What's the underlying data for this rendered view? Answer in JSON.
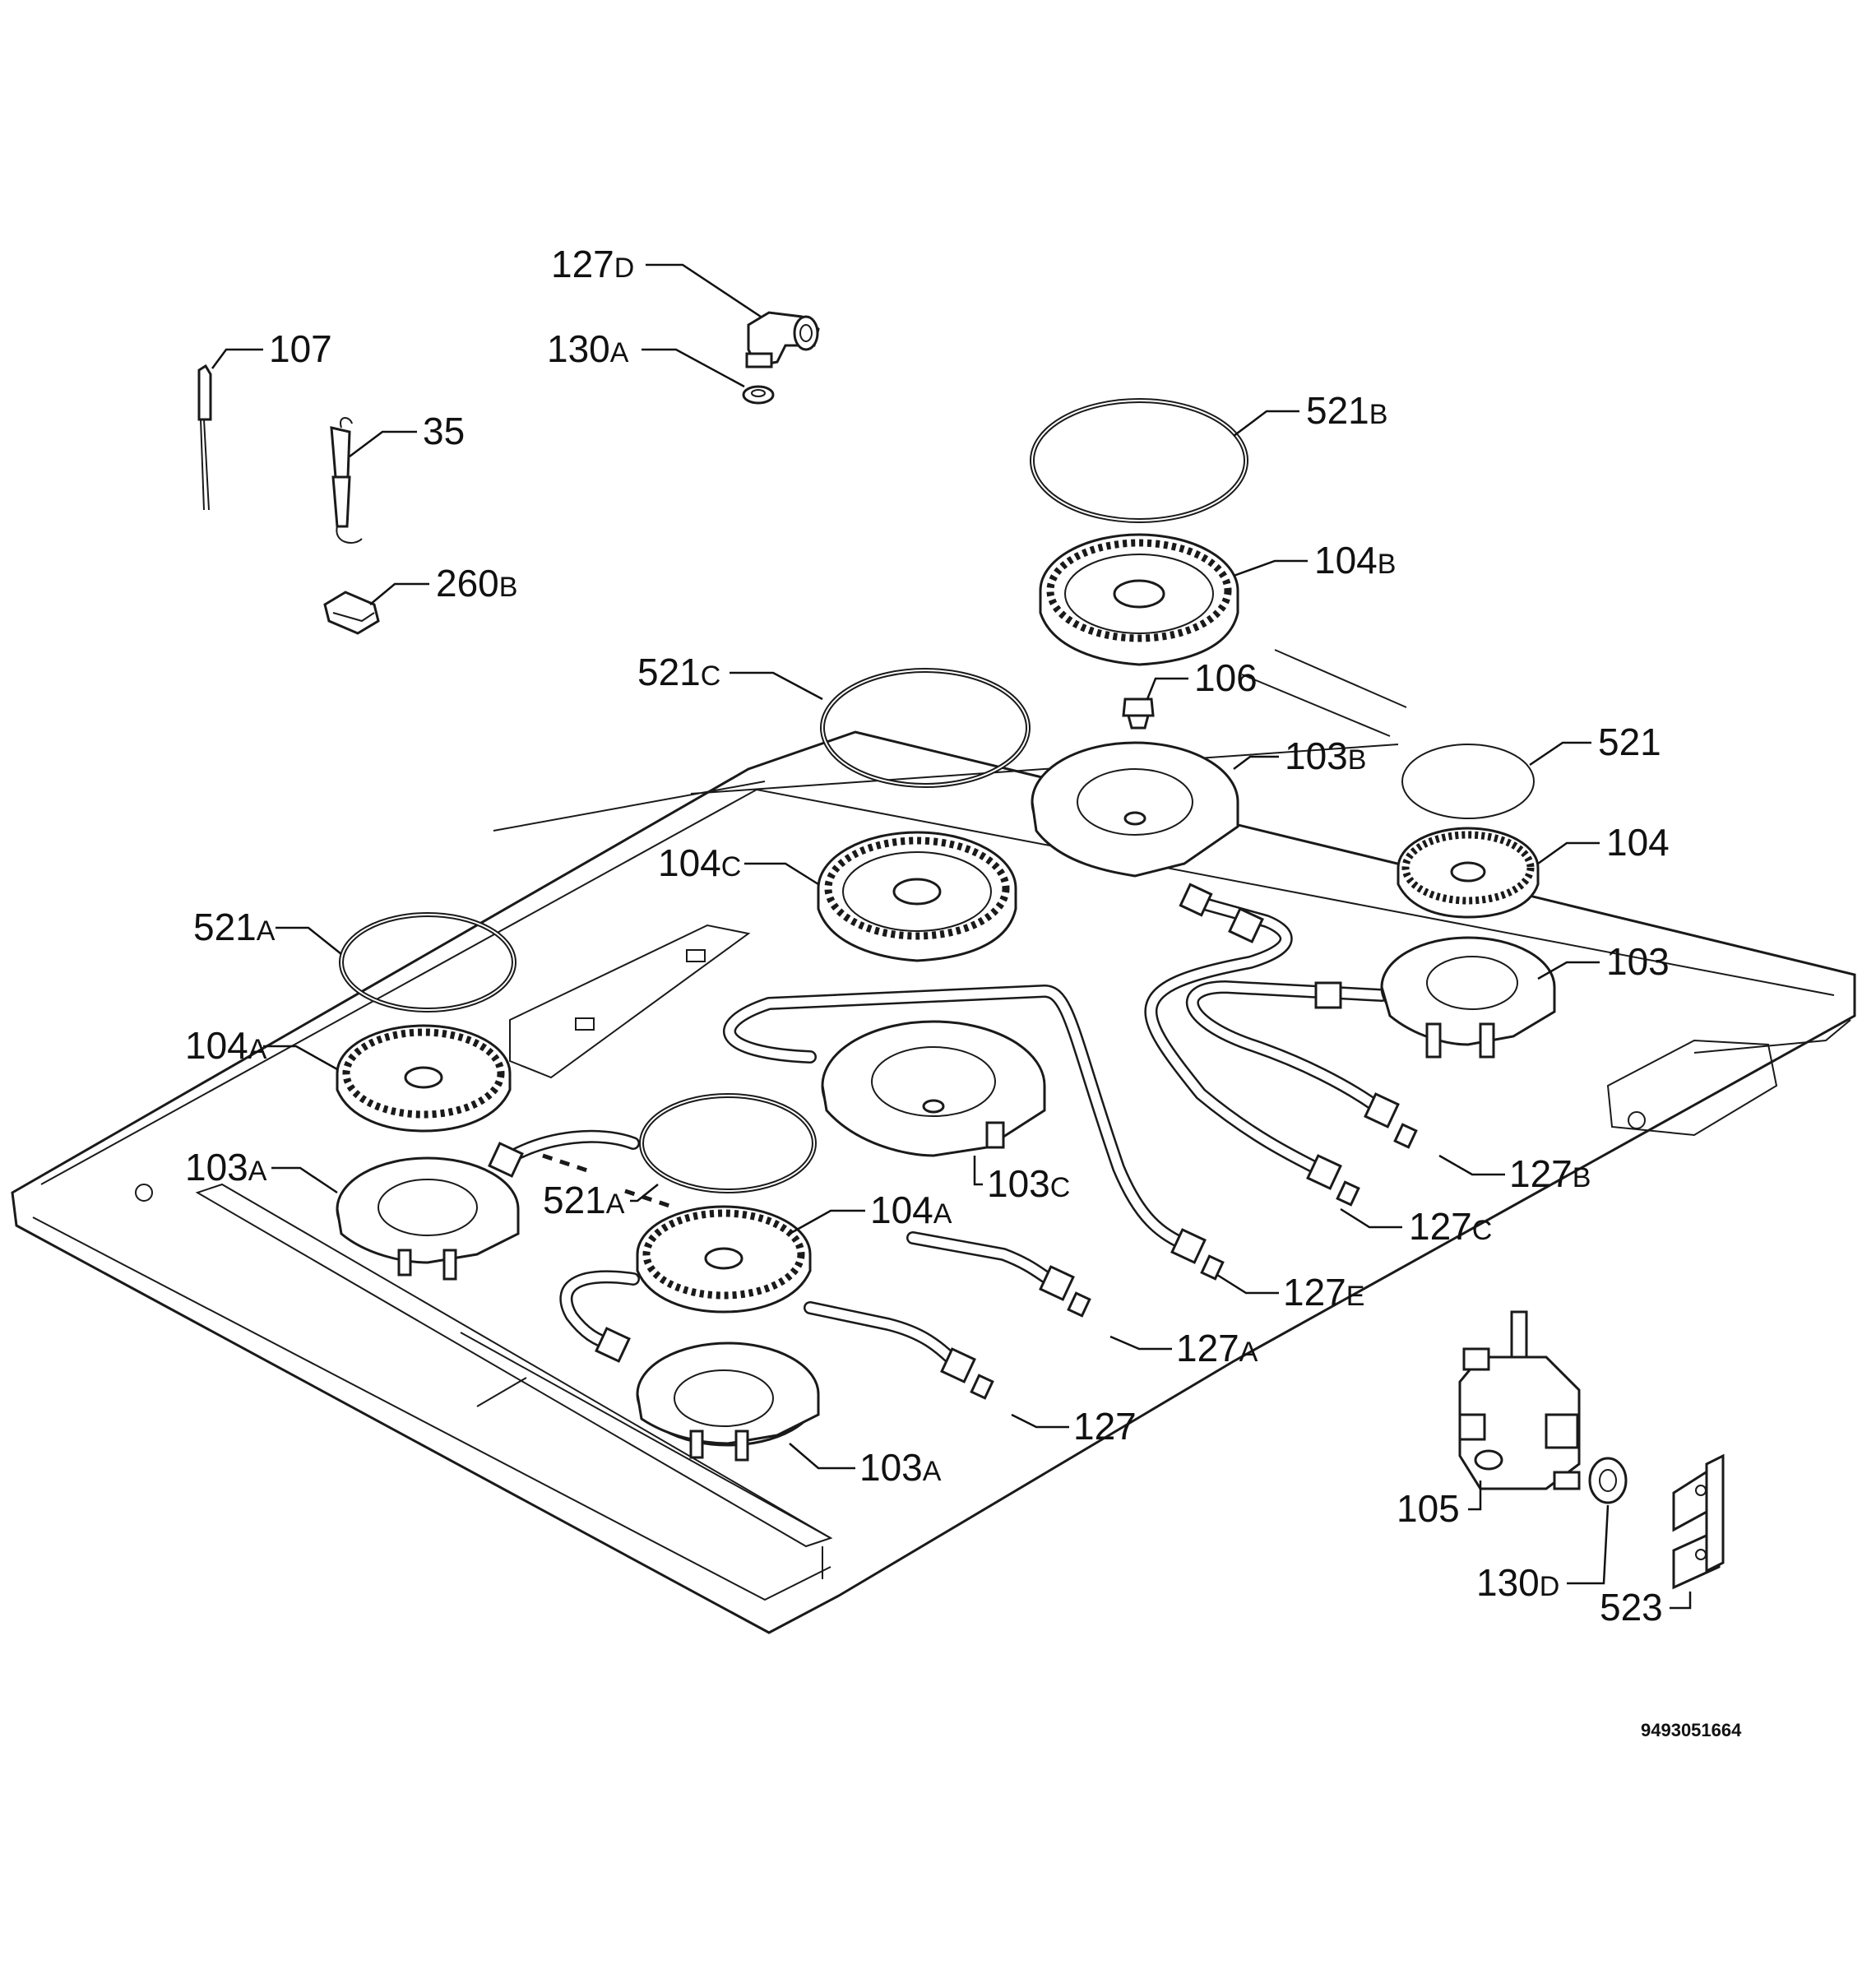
{
  "labels": [
    {
      "id": "127D",
      "num": "127",
      "suffix": "D"
    },
    {
      "id": "107",
      "num": "107",
      "suffix": ""
    },
    {
      "id": "130A-top",
      "num": "130",
      "suffix": "A"
    },
    {
      "id": "35",
      "num": "35",
      "suffix": ""
    },
    {
      "id": "260B",
      "num": "260",
      "suffix": "B"
    },
    {
      "id": "521B",
      "num": "521",
      "suffix": "B"
    },
    {
      "id": "104B",
      "num": "104",
      "suffix": "B"
    },
    {
      "id": "521C",
      "num": "521",
      "suffix": "C"
    },
    {
      "id": "106",
      "num": "106",
      "suffix": ""
    },
    {
      "id": "103B",
      "num": "103",
      "suffix": "B"
    },
    {
      "id": "521",
      "num": "521",
      "suffix": ""
    },
    {
      "id": "104C",
      "num": "104",
      "suffix": "C"
    },
    {
      "id": "104",
      "num": "104",
      "suffix": ""
    },
    {
      "id": "521A-left",
      "num": "521",
      "suffix": "A"
    },
    {
      "id": "103",
      "num": "103",
      "suffix": ""
    },
    {
      "id": "104A-left",
      "num": "104",
      "suffix": "A"
    },
    {
      "id": "103A-left",
      "num": "103",
      "suffix": "A"
    },
    {
      "id": "103C",
      "num": "103",
      "suffix": "C"
    },
    {
      "id": "127B",
      "num": "127",
      "suffix": "B"
    },
    {
      "id": "521A-center",
      "num": "521",
      "suffix": "A"
    },
    {
      "id": "104A-center",
      "num": "104",
      "suffix": "A"
    },
    {
      "id": "127C",
      "num": "127",
      "suffix": "C"
    },
    {
      "id": "127E",
      "num": "127",
      "suffix": "E"
    },
    {
      "id": "127A",
      "num": "127",
      "suffix": "A"
    },
    {
      "id": "127",
      "num": "127",
      "suffix": ""
    },
    {
      "id": "103A-center",
      "num": "103",
      "suffix": "A"
    },
    {
      "id": "105",
      "num": "105",
      "suffix": ""
    },
    {
      "id": "130D",
      "num": "130",
      "suffix": "D"
    },
    {
      "id": "523",
      "num": "523",
      "suffix": ""
    }
  ],
  "drawing_code": "9493051664"
}
